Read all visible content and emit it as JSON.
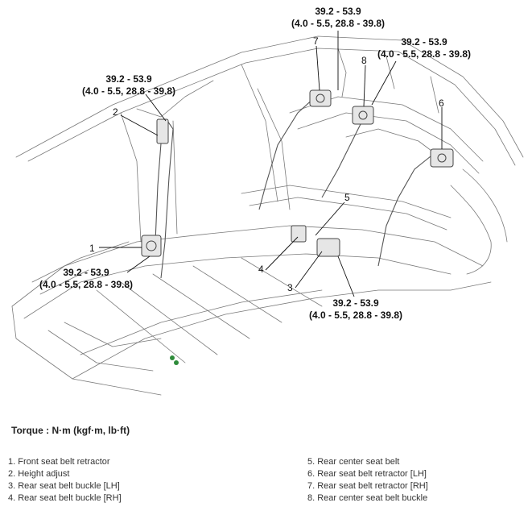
{
  "torque_values": [
    {
      "id": "t-7",
      "range": "39.2 - 53.9",
      "alt": "(4.0 - 5.5, 28.8 - 39.8)"
    },
    {
      "id": "t-8",
      "range": "39.2 - 53.9",
      "alt": "(4.0 - 5.5, 28.8 - 39.8)"
    },
    {
      "id": "t-2",
      "range": "39.2 - 53.9",
      "alt": "(4.0 - 5.5, 28.8 - 39.8)"
    },
    {
      "id": "t-1",
      "range": "39.2 - 53.9",
      "alt": "(4.0 - 5.5, 28.8 - 39.8)"
    },
    {
      "id": "t-3",
      "range": "39.2 - 53.9",
      "alt": "(4.0 - 5.5, 28.8 - 39.8)"
    }
  ],
  "callouts": [
    "1",
    "2",
    "3",
    "4",
    "5",
    "6",
    "7",
    "8"
  ],
  "torque_heading": "Torque : N·m (kgf·m, lb·ft)",
  "legend": [
    "1. Front seat belt retractor",
    "2. Height adjust",
    "3. Rear seat belt buckle [LH]",
    "4. Rear seat belt buckle [RH]",
    "5. Rear center seat belt",
    "6. Rear seat belt retractor [LH]",
    "7. Rear seat belt retractor [RH]",
    "8. Rear center seat belt buckle"
  ],
  "colors": {
    "line": "#555555",
    "marker": "#2e8b3a"
  }
}
